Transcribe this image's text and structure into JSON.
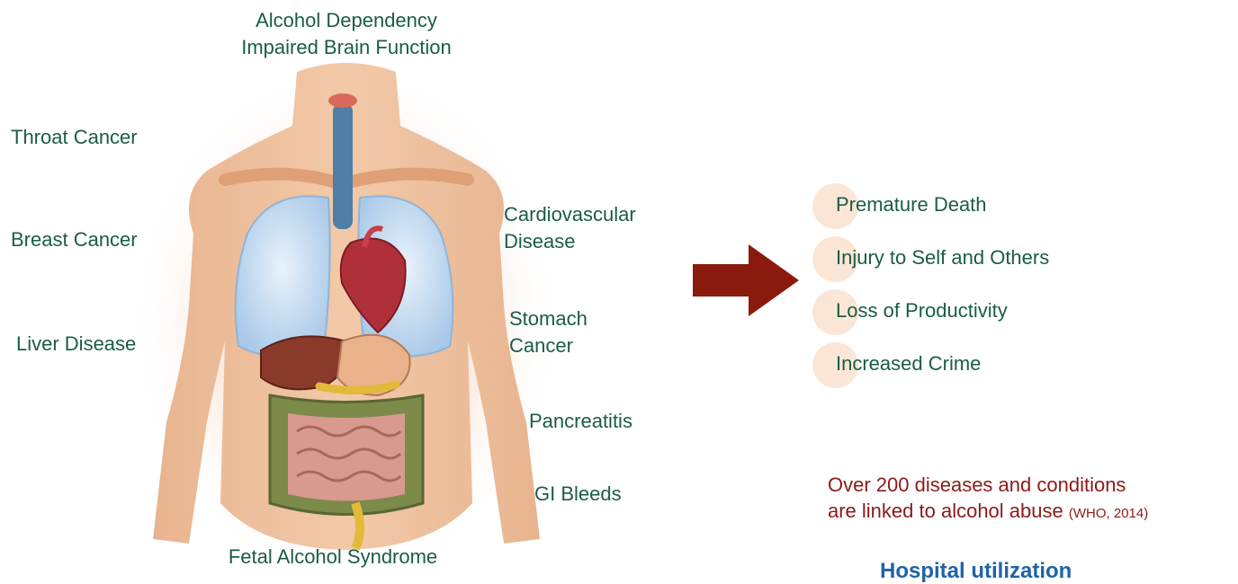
{
  "labels": {
    "top_line1": "Alcohol Dependency",
    "top_line2": "Impaired Brain Function",
    "throat": "Throat Cancer",
    "breast": "Breast Cancer",
    "liver": "Liver Disease",
    "cardio_line1": "Cardiovascular",
    "cardio_line2": "Disease",
    "stomach_line1": "Stomach",
    "stomach_line2": "Cancer",
    "pancreatitis": "Pancreatitis",
    "gi": "GI Bleeds",
    "fetal": "Fetal Alcohol Syndrome"
  },
  "outcomes": [
    "Premature Death",
    "Injury to Self and Others",
    "Loss of Productivity",
    "Increased Crime"
  ],
  "note": {
    "line1": "Over 200 diseases and conditions",
    "line2": "are linked to alcohol abuse",
    "citation": "(WHO, 2014)"
  },
  "section_heading": "Hospital utilization",
  "colors": {
    "label_green": "#1a5c48",
    "arrow_red": "#8b1a0e",
    "note_red": "#8b1a1a",
    "circle_peach": "#fbe6d6",
    "heading_blue": "#1f63a8"
  },
  "icons": {
    "arrow": "right-arrow-icon",
    "body": "human-anatomy-illustration"
  }
}
